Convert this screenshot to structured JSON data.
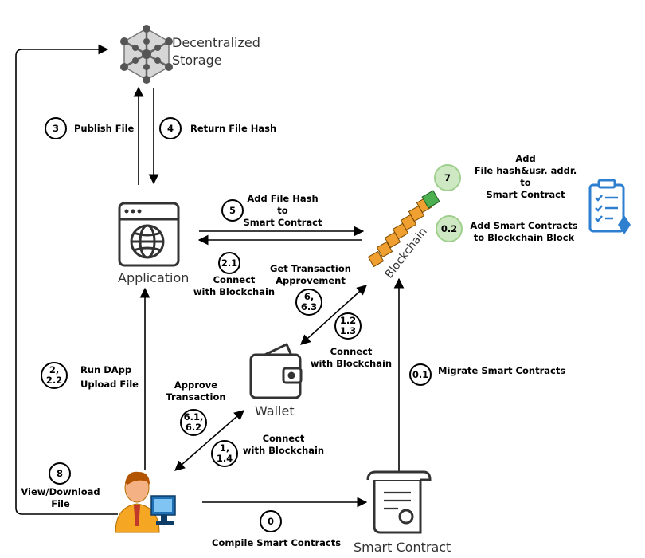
{
  "nodes": {
    "storage": {
      "line1": "Decentralized",
      "line2": "Storage"
    },
    "application": {
      "name": "Application"
    },
    "wallet": {
      "name": "Wallet"
    },
    "smart_contract": {
      "name": "Smart Contract"
    },
    "blockchain": {
      "name": "Blockchain"
    }
  },
  "steps": {
    "s3": {
      "num": "3",
      "text": "Publish File"
    },
    "s4": {
      "num": "4",
      "text": "Return File Hash"
    },
    "s5": {
      "num": "5",
      "text": [
        "Add File Hash",
        "to",
        "Smart Contract"
      ]
    },
    "s21": {
      "num": "2.1",
      "text": [
        "Connect",
        "with Blockchain"
      ]
    },
    "s63": {
      "num": [
        "6,",
        "6.3"
      ],
      "text": [
        "Get Transaction",
        "Approvement"
      ]
    },
    "s12": {
      "num": [
        "1.2",
        "1.3"
      ],
      "text": [
        "Connect",
        "with Blockchain"
      ]
    },
    "s22": {
      "num": [
        "2,",
        "2.2"
      ],
      "text": [
        "Run DApp",
        "Upload File"
      ]
    },
    "s61": {
      "num": [
        "6.1,",
        "6.2"
      ],
      "text": [
        "Approve",
        "Transaction"
      ]
    },
    "s14": {
      "num": [
        "1,",
        "1.4"
      ],
      "text": [
        "Connect",
        "with Blockchain"
      ]
    },
    "s8": {
      "num": "8",
      "text": [
        "View/Download",
        "File"
      ]
    },
    "s0": {
      "num": "0",
      "text": "Compile Smart Contracts"
    },
    "s01": {
      "num": "0.1",
      "text": "Migrate Smart Contracts"
    },
    "s7": {
      "num": "7",
      "text": [
        "Add",
        "File hash&usr. addr.",
        "to",
        "Smart Contract"
      ]
    },
    "s02": {
      "num": "0.2",
      "text": [
        "Add Smart Contracts",
        "to Blockchain Block"
      ]
    }
  },
  "colors": {
    "stroke": "#000000",
    "icon_gray": "#333333",
    "green_badge": "#cfe8c4",
    "block_orange": "#f0a030",
    "block_green": "#4caf50",
    "doc_blue": "#2f7fd0"
  }
}
